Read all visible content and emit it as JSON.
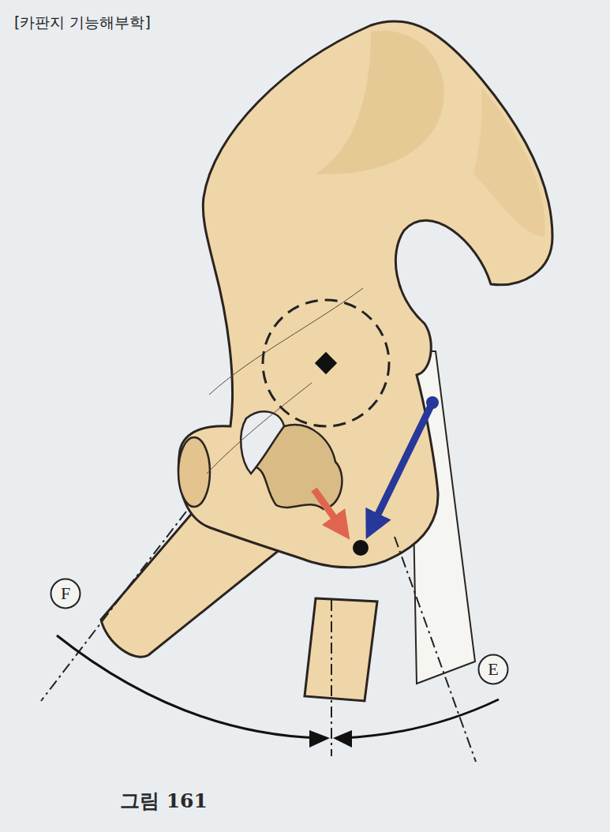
{
  "diagram": {
    "caption": "그림 161",
    "nodes": [
      {
        "text": [
          "F"
        ]
      },
      {
        "text": [
          "E"
        ]
      }
    ],
    "labels": [
      "[카판지 기능해부학]"
    ]
  }
}
